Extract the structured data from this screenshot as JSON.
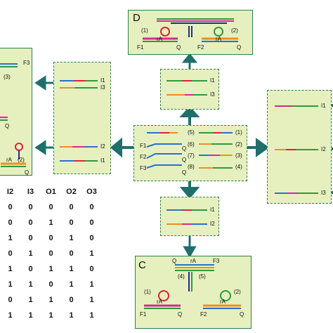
{
  "panels": {
    "d_letter": "D",
    "c_letter": "C"
  },
  "panel_d": {
    "labels": [
      "(1)",
      "(2)",
      "F1",
      "F2",
      "Q",
      "Q",
      "rA",
      "rA"
    ]
  },
  "panel_c": {
    "labels": [
      "Q",
      "rA",
      "F3",
      "(4)",
      "(5)",
      "(1)",
      "(2)",
      "rA",
      "rA",
      "F1",
      "F2",
      "Q",
      "Q"
    ]
  },
  "panel_left": {
    "labels": [
      "F3",
      "(3)",
      "Q",
      "(2)",
      "rA",
      "Q"
    ]
  },
  "center": {
    "left_labels": [
      "(5)",
      "(6)",
      "(7)",
      "(8)"
    ],
    "right_labels": [
      "(1)",
      "(2)",
      "(3)",
      "(4)"
    ],
    "f_labels": [
      "F1",
      "F2",
      "F3"
    ],
    "q_labels": [
      "Q",
      "Q",
      "Q"
    ]
  },
  "inputs": {
    "top": [
      "I1",
      "I3"
    ],
    "bottom": [
      "I1",
      "I2"
    ],
    "left_top": [
      "I1",
      "I3"
    ],
    "left_bottom": [
      "I2",
      "I1"
    ],
    "right": [
      "I1",
      "I2",
      "I3"
    ]
  },
  "truth_table": {
    "headers": [
      "I2",
      "I3",
      "O1",
      "O2",
      "O3"
    ],
    "rows": [
      [
        "0",
        "0",
        "0",
        "0",
        "0"
      ],
      [
        "0",
        "0",
        "1",
        "0",
        "0"
      ],
      [
        "1",
        "0",
        "0",
        "1",
        "0"
      ],
      [
        "0",
        "1",
        "0",
        "0",
        "1"
      ],
      [
        "1",
        "0",
        "1",
        "1",
        "0"
      ],
      [
        "1",
        "1",
        "0",
        "1",
        "1"
      ],
      [
        "0",
        "1",
        "1",
        "0",
        "1"
      ],
      [
        "1",
        "1",
        "1",
        "1",
        "1"
      ]
    ]
  },
  "colors": {
    "panel_fill": "#e6f0be",
    "border": "#2f7d55",
    "arrow": "#1f6f6a",
    "strand_blue": "#2a6fd0",
    "strand_red": "#d9233a",
    "strand_green": "#2e9a3b",
    "strand_orange": "#f28c1e",
    "strand_magenta": "#d32b8e",
    "strand_navy": "#1d2f8a"
  }
}
